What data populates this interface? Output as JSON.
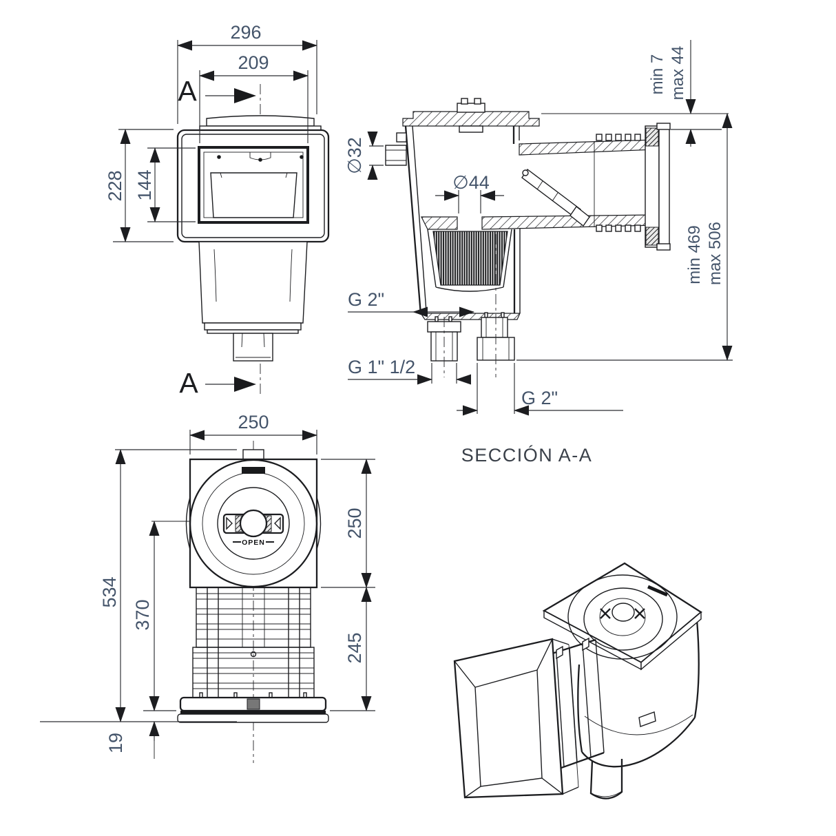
{
  "palette": {
    "line": "#1c1d20",
    "dim_text": "#44546A",
    "caption_text": "#3a4049"
  },
  "front_view": {
    "section_marker_top": "A",
    "section_marker_bottom": "A",
    "dim_overall_width": "296",
    "dim_lid_width": "209",
    "dim_overall_height": "228",
    "dim_window_height": "144"
  },
  "section_view": {
    "caption": "SECCIÓN A-A",
    "dim_side_port_diameter": "∅32",
    "dim_drain_diameter": "∅44",
    "dim_tank_outlet_thread": "G 2\"",
    "dim_side_outlet_thread": "G 1\" 1/2",
    "dim_bottom_outlet_thread": "G 2\"",
    "dim_deck_clearance_min": "min 7",
    "dim_deck_clearance_max": "max 44",
    "dim_install_depth_min": "min 469",
    "dim_install_depth_max": "max 506"
  },
  "top_view": {
    "dim_plate_width": "250",
    "dim_plate_depth": "250",
    "dim_overall_height": "534",
    "dim_body_height": "370",
    "dim_lower_section_height": "245",
    "dim_flange_thickness": "19",
    "lid_open_label": "OPEN"
  }
}
